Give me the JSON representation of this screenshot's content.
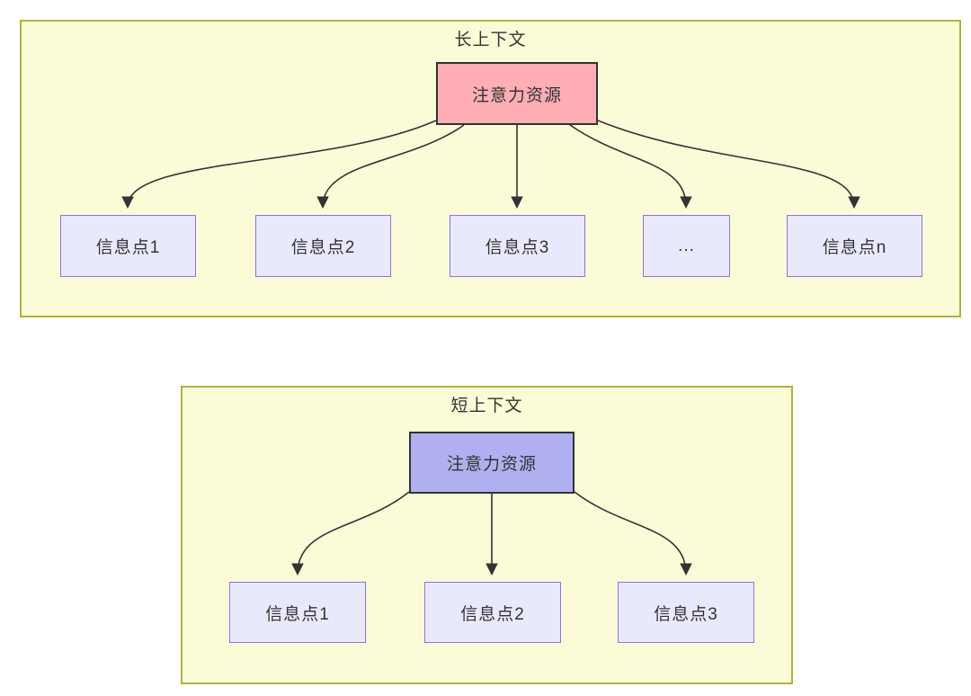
{
  "colors": {
    "page_bg": "#ffffff",
    "container_fill": "#fbfbd8",
    "container_border": "#b1b13e",
    "node_fill": "#e9e9fc",
    "node_border": "#9370db",
    "attention_long_fill": "#ffaeb6",
    "attention_short_fill": "#b0b0f0",
    "attention_border": "#333333",
    "arrow_color": "#333333",
    "text_color": "#333333"
  },
  "long_context": {
    "title": "长上下文",
    "attention": {
      "label": "注意力资源"
    },
    "targets": [
      {
        "label": "信息点1"
      },
      {
        "label": "信息点2"
      },
      {
        "label": "信息点3"
      },
      {
        "label": "..."
      },
      {
        "label": "信息点n"
      }
    ]
  },
  "short_context": {
    "title": "短上下文",
    "attention": {
      "label": "注意力资源"
    },
    "targets": [
      {
        "label": "信息点1"
      },
      {
        "label": "信息点2"
      },
      {
        "label": "信息点3"
      }
    ]
  }
}
